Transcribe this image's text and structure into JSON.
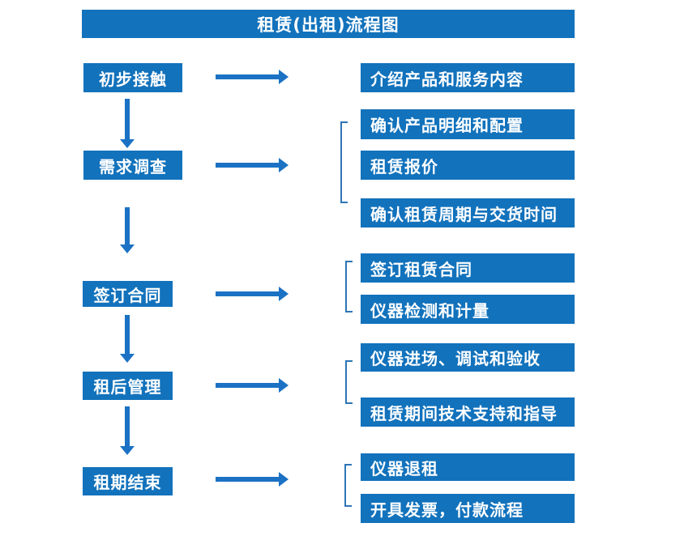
{
  "flow": {
    "title": "租赁(出租)流程图",
    "stages": [
      {
        "label": "初步接触",
        "details": [
          "介绍产品和服务内容"
        ]
      },
      {
        "label": "需求调查",
        "details": [
          "确认产品明细和配置",
          "租赁报价",
          "确认租赁周期与交货时间"
        ]
      },
      {
        "label": "签订合同",
        "details": [
          "签订租赁合同",
          "仪器检测和计量"
        ]
      },
      {
        "label": "租后管理",
        "details": [
          "仪器进场、调试和验收",
          "租赁期间技术支持和指导"
        ]
      },
      {
        "label": "租期结束",
        "details": [
          "仪器退租",
          "开具发票，付款流程"
        ]
      }
    ]
  },
  "colors": {
    "primary_blue": "#1272BC",
    "arrow_blue": "#1B72C4",
    "bracket_blue": "#2E75B6",
    "text_white": "#FFFFFF"
  }
}
